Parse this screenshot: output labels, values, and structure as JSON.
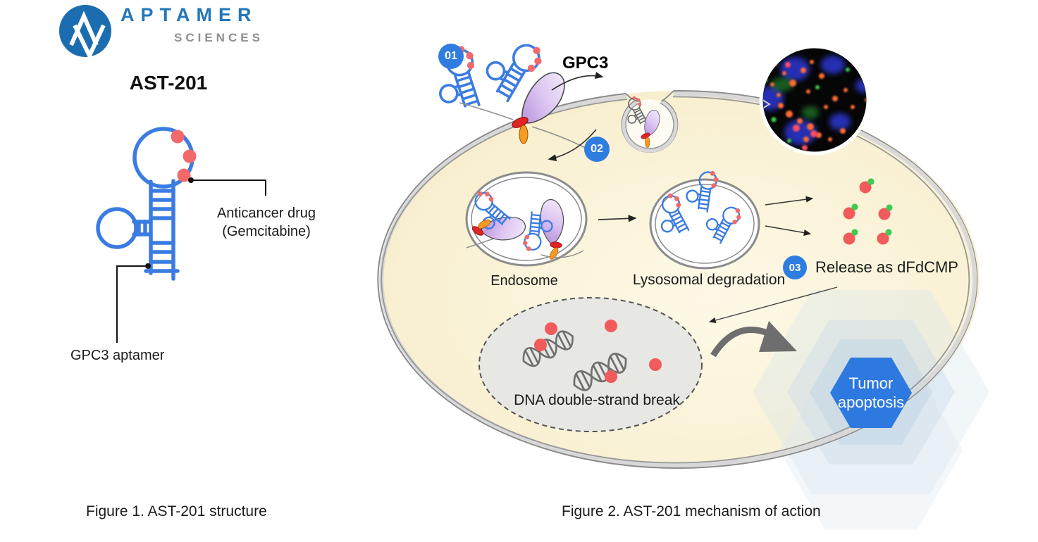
{
  "logo": {
    "line1": "APTAMER",
    "line2": "SCIENCES"
  },
  "figure1": {
    "title": "AST-201",
    "anticancer_label_line1": "Anticancer drug",
    "anticancer_label_line2": "(Gemcitabine)",
    "aptamer_label": "GPC3 aptamer",
    "caption": "Figure 1. AST-201 structure"
  },
  "figure2": {
    "step1": "01",
    "step2": "02",
    "step3": "03",
    "gpc3_label": "GPC3",
    "endosome_label": "Endosome",
    "lysosome_label": "Lysosomal degradation",
    "release_label": "Release as dFdCMP",
    "dna_label": "DNA double-strand break",
    "tumor_label_line1": "Tumor",
    "tumor_label_line2": "apoptosis",
    "caption": "Figure 2. AST-201 mechanism of action"
  },
  "colors": {
    "aptamer_blue": "#3b7ce2",
    "drug_red": "#f2696b",
    "green_dot": "#3ecb4e",
    "badge_blue": "#2f7de1",
    "hexagon_blue": "#2e79e0",
    "logo_blue": "#1b6db0",
    "brand_blue": "#2277b8",
    "sciences_gray": "#8f8f8f",
    "cell_fill": "#f8efcc",
    "membrane_gray": "#8a8a8a",
    "nucleus_gray": "#e7e7e4",
    "protein_purple": "#cfb0ea",
    "anchor_red": "#e02424",
    "anchor_orange": "#f59a22"
  }
}
